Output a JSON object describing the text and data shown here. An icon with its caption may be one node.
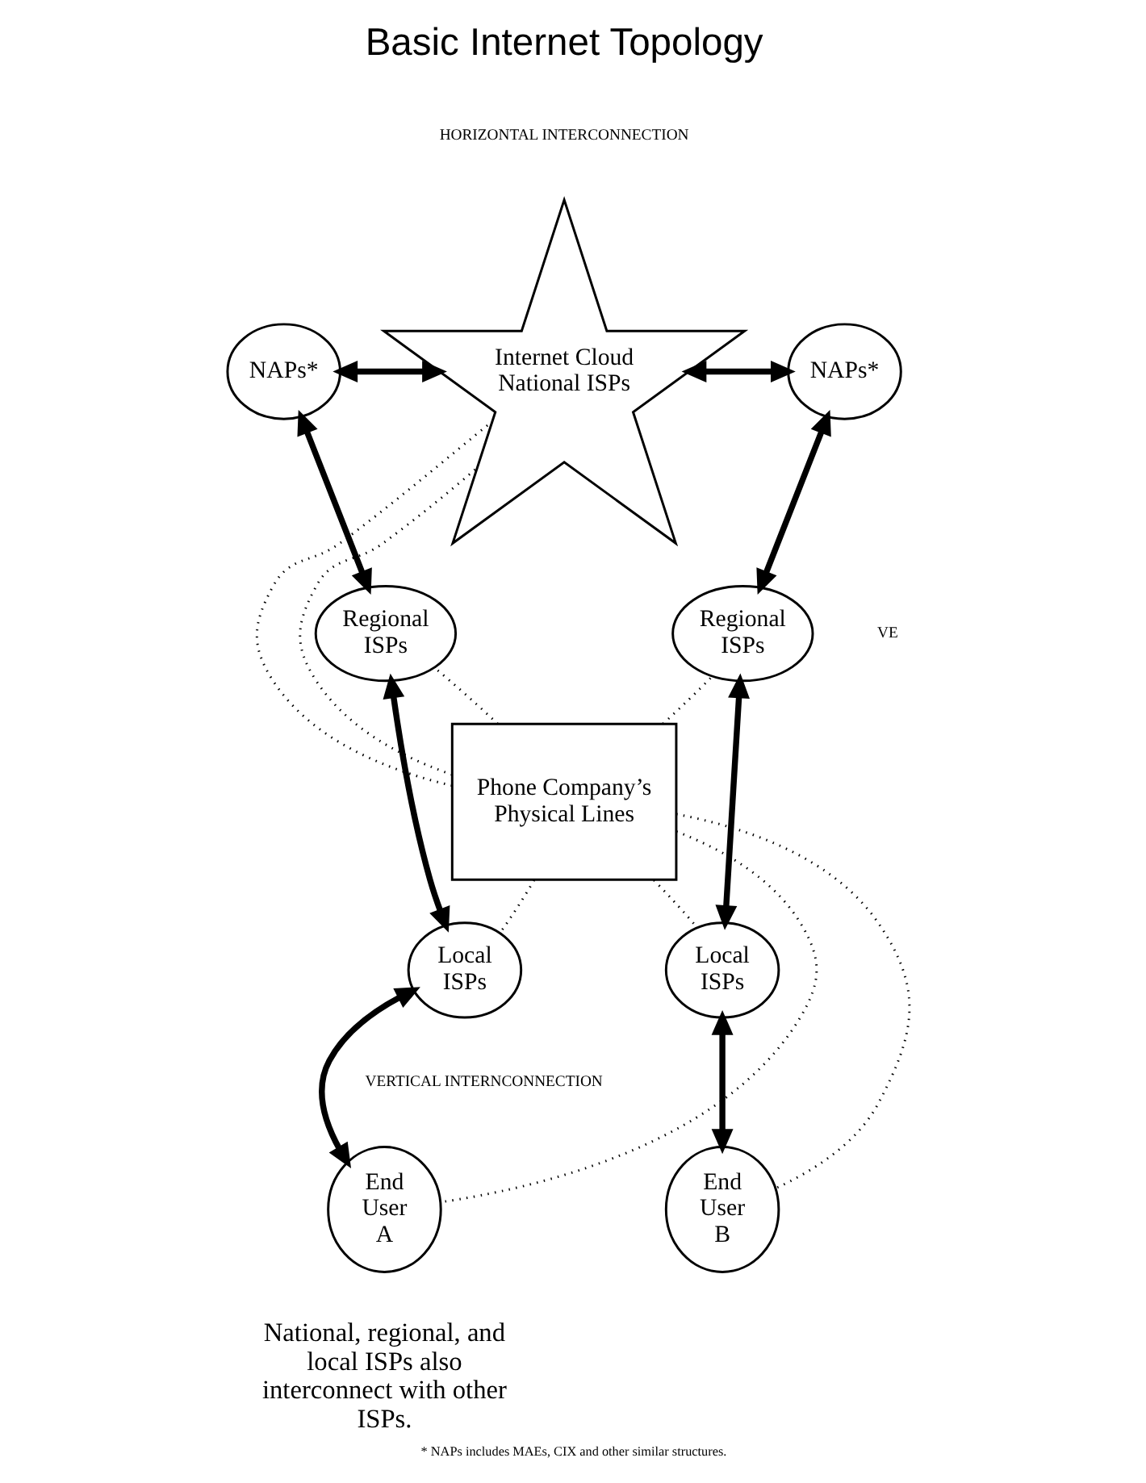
{
  "diagram": {
    "title": "Basic Internet Topology",
    "caption": "* NAPs includes MAEs, CIX and other similar structures.",
    "nodes": [
      {
        "text": [
          "NAPs*"
        ]
      },
      {
        "text": [
          "Internet Cloud National ISPs"
        ]
      },
      {
        "text": [
          "NAPs*"
        ]
      },
      {
        "text": [
          "Regional ISPs"
        ]
      },
      {
        "text": [
          "Phone Company’s Physical Lines"
        ]
      },
      {
        "text": [
          "Regional ISPs"
        ]
      },
      {
        "text": [
          "Local ISPs"
        ]
      },
      {
        "text": [
          "Local ISPs"
        ]
      },
      {
        "text": [
          "End User A"
        ]
      },
      {
        "text": [
          "End User B"
        ]
      }
    ],
    "edges": [
      {
        "from": 0,
        "to": 1,
        "arrow": "both",
        "style": "thick"
      },
      {
        "from": 1,
        "to": 2,
        "arrow": "both",
        "style": "thick"
      },
      {
        "from": 0,
        "to": 3,
        "arrow": "both",
        "style": "thick"
      },
      {
        "from": 3,
        "to": 6,
        "arrow": "both",
        "style": "thick"
      },
      {
        "from": 6,
        "to": 8,
        "arrow": "both",
        "style": "thick"
      },
      {
        "from": 2,
        "to": 5,
        "arrow": "both",
        "style": "thick"
      },
      {
        "from": 5,
        "to": 7,
        "arrow": "both",
        "style": "thick"
      },
      {
        "from": 7,
        "to": 9,
        "arrow": "both",
        "style": "thick"
      },
      {
        "from": 4,
        "to": 1,
        "arrow": "none",
        "style": "dashed"
      },
      {
        "from": 4,
        "to": 3,
        "arrow": "none",
        "style": "dashed"
      },
      {
        "from": 4,
        "to": 1,
        "arrow": "none",
        "style": "dashed"
      },
      {
        "from": 4,
        "to": 5,
        "arrow": "none",
        "style": "dashed"
      },
      {
        "from": 4,
        "to": 6,
        "arrow": "none",
        "style": "dashed"
      },
      {
        "from": 4,
        "to": 7,
        "arrow": "none",
        "style": "dashed"
      },
      {
        "from": 4,
        "to": 8,
        "arrow": "none",
        "style": "dashed"
      },
      {
        "from": 4,
        "to": 9,
        "arrow": "none",
        "style": "dashed"
      }
    ],
    "labels": [
      "HORIZONTAL INTERCONNECTION",
      "VE",
      "VERTICAL INTERNCONNECTION",
      "National, regional, and local ISPs also interconnect with other ISPs."
    ]
  }
}
